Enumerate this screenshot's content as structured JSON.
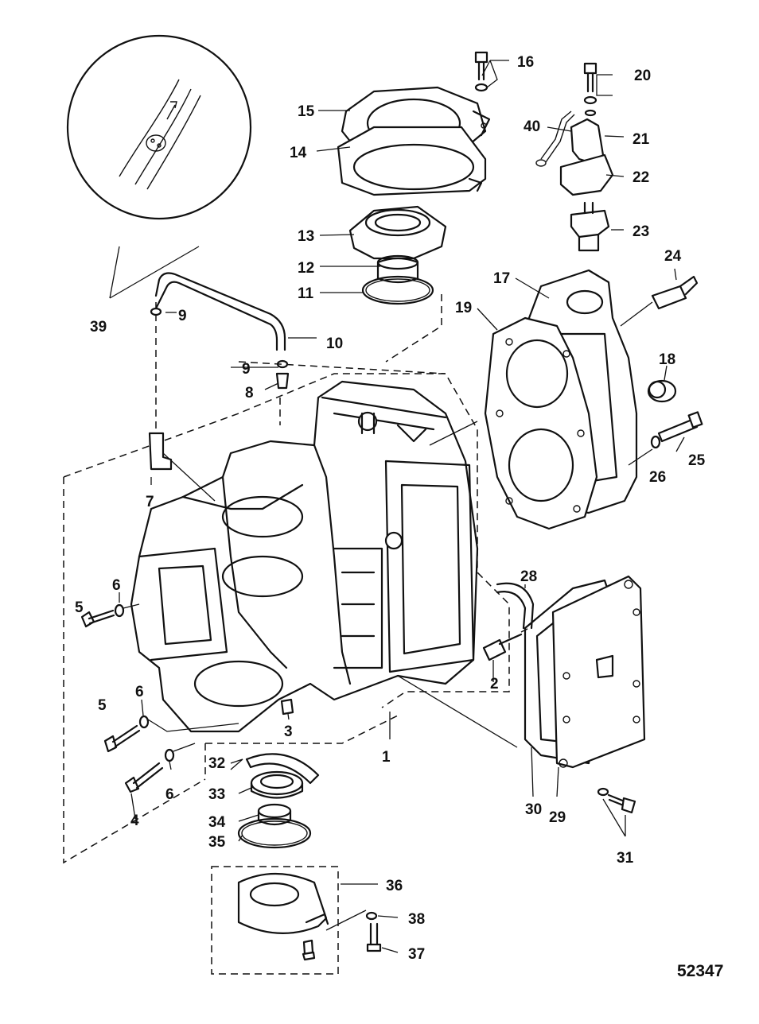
{
  "figure_number": "52347",
  "callouts": [
    {
      "id": "1",
      "text": "1"
    },
    {
      "id": "2",
      "text": "2"
    },
    {
      "id": "3",
      "text": "3"
    },
    {
      "id": "4",
      "text": "4"
    },
    {
      "id": "5a",
      "text": "5"
    },
    {
      "id": "5b",
      "text": "5"
    },
    {
      "id": "6a",
      "text": "6"
    },
    {
      "id": "6b",
      "text": "6"
    },
    {
      "id": "6c",
      "text": "6"
    },
    {
      "id": "7",
      "text": "7"
    },
    {
      "id": "8",
      "text": "8"
    },
    {
      "id": "9a",
      "text": "9"
    },
    {
      "id": "9b",
      "text": "9"
    },
    {
      "id": "10",
      "text": "10"
    },
    {
      "id": "11",
      "text": "11"
    },
    {
      "id": "12",
      "text": "12"
    },
    {
      "id": "13",
      "text": "13"
    },
    {
      "id": "14",
      "text": "14"
    },
    {
      "id": "15",
      "text": "15"
    },
    {
      "id": "16",
      "text": "16"
    },
    {
      "id": "17",
      "text": "17"
    },
    {
      "id": "18",
      "text": "18"
    },
    {
      "id": "19",
      "text": "19"
    },
    {
      "id": "20",
      "text": "20"
    },
    {
      "id": "21",
      "text": "21"
    },
    {
      "id": "22",
      "text": "22"
    },
    {
      "id": "23",
      "text": "23"
    },
    {
      "id": "24",
      "text": "24"
    },
    {
      "id": "25",
      "text": "25"
    },
    {
      "id": "26",
      "text": "26"
    },
    {
      "id": "28",
      "text": "28"
    },
    {
      "id": "29",
      "text": "29"
    },
    {
      "id": "30",
      "text": "30"
    },
    {
      "id": "31",
      "text": "31"
    },
    {
      "id": "32",
      "text": "32"
    },
    {
      "id": "33",
      "text": "33"
    },
    {
      "id": "34",
      "text": "34"
    },
    {
      "id": "35",
      "text": "35"
    },
    {
      "id": "36",
      "text": "36"
    },
    {
      "id": "37",
      "text": "37"
    },
    {
      "id": "38",
      "text": "38"
    },
    {
      "id": "39",
      "text": "39"
    },
    {
      "id": "40",
      "text": "40"
    }
  ]
}
